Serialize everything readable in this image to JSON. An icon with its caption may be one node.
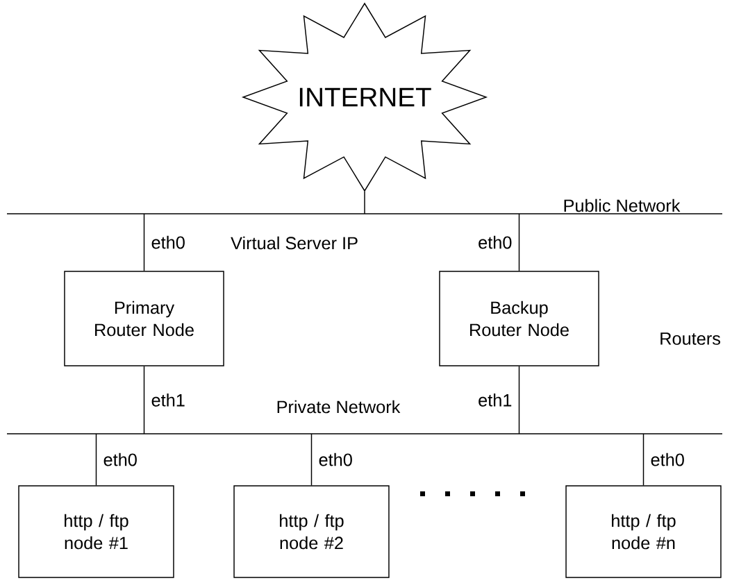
{
  "diagram": {
    "nodes": [
      {
        "text": [
          "INTERNET"
        ]
      },
      {
        "text": [
          "Public Network"
        ]
      },
      {
        "text": [
          "Primary Router Node"
        ]
      },
      {
        "text": [
          "Backup Router Node"
        ]
      },
      {
        "text": [
          "Private Network"
        ]
      },
      {
        "text": [
          "http /  ftp node #1"
        ]
      },
      {
        "text": [
          "http / ftp node #2"
        ]
      },
      {
        "text": [
          "http / ftp node #n"
        ]
      }
    ],
    "edges": [
      {
        "from": 0,
        "to": 1,
        "arrow": "none"
      },
      {
        "from": 1,
        "to": 2,
        "arrow": "none",
        "label": "eth0"
      },
      {
        "from": 1,
        "to": 3,
        "arrow": "none",
        "label": "eth0"
      },
      {
        "from": 2,
        "to": 4,
        "arrow": "none",
        "label": "eth1"
      },
      {
        "from": 3,
        "to": 4,
        "arrow": "none",
        "label": "eth1"
      },
      {
        "from": 4,
        "to": 5,
        "arrow": "none",
        "label": "eth0"
      },
      {
        "from": 4,
        "to": 6,
        "arrow": "none",
        "label": "eth0"
      },
      {
        "from": 4,
        "to": 7,
        "arrow": "none",
        "label": "eth0"
      }
    ],
    "labels": [
      "Virtual Server IP",
      "Routers"
    ]
  }
}
